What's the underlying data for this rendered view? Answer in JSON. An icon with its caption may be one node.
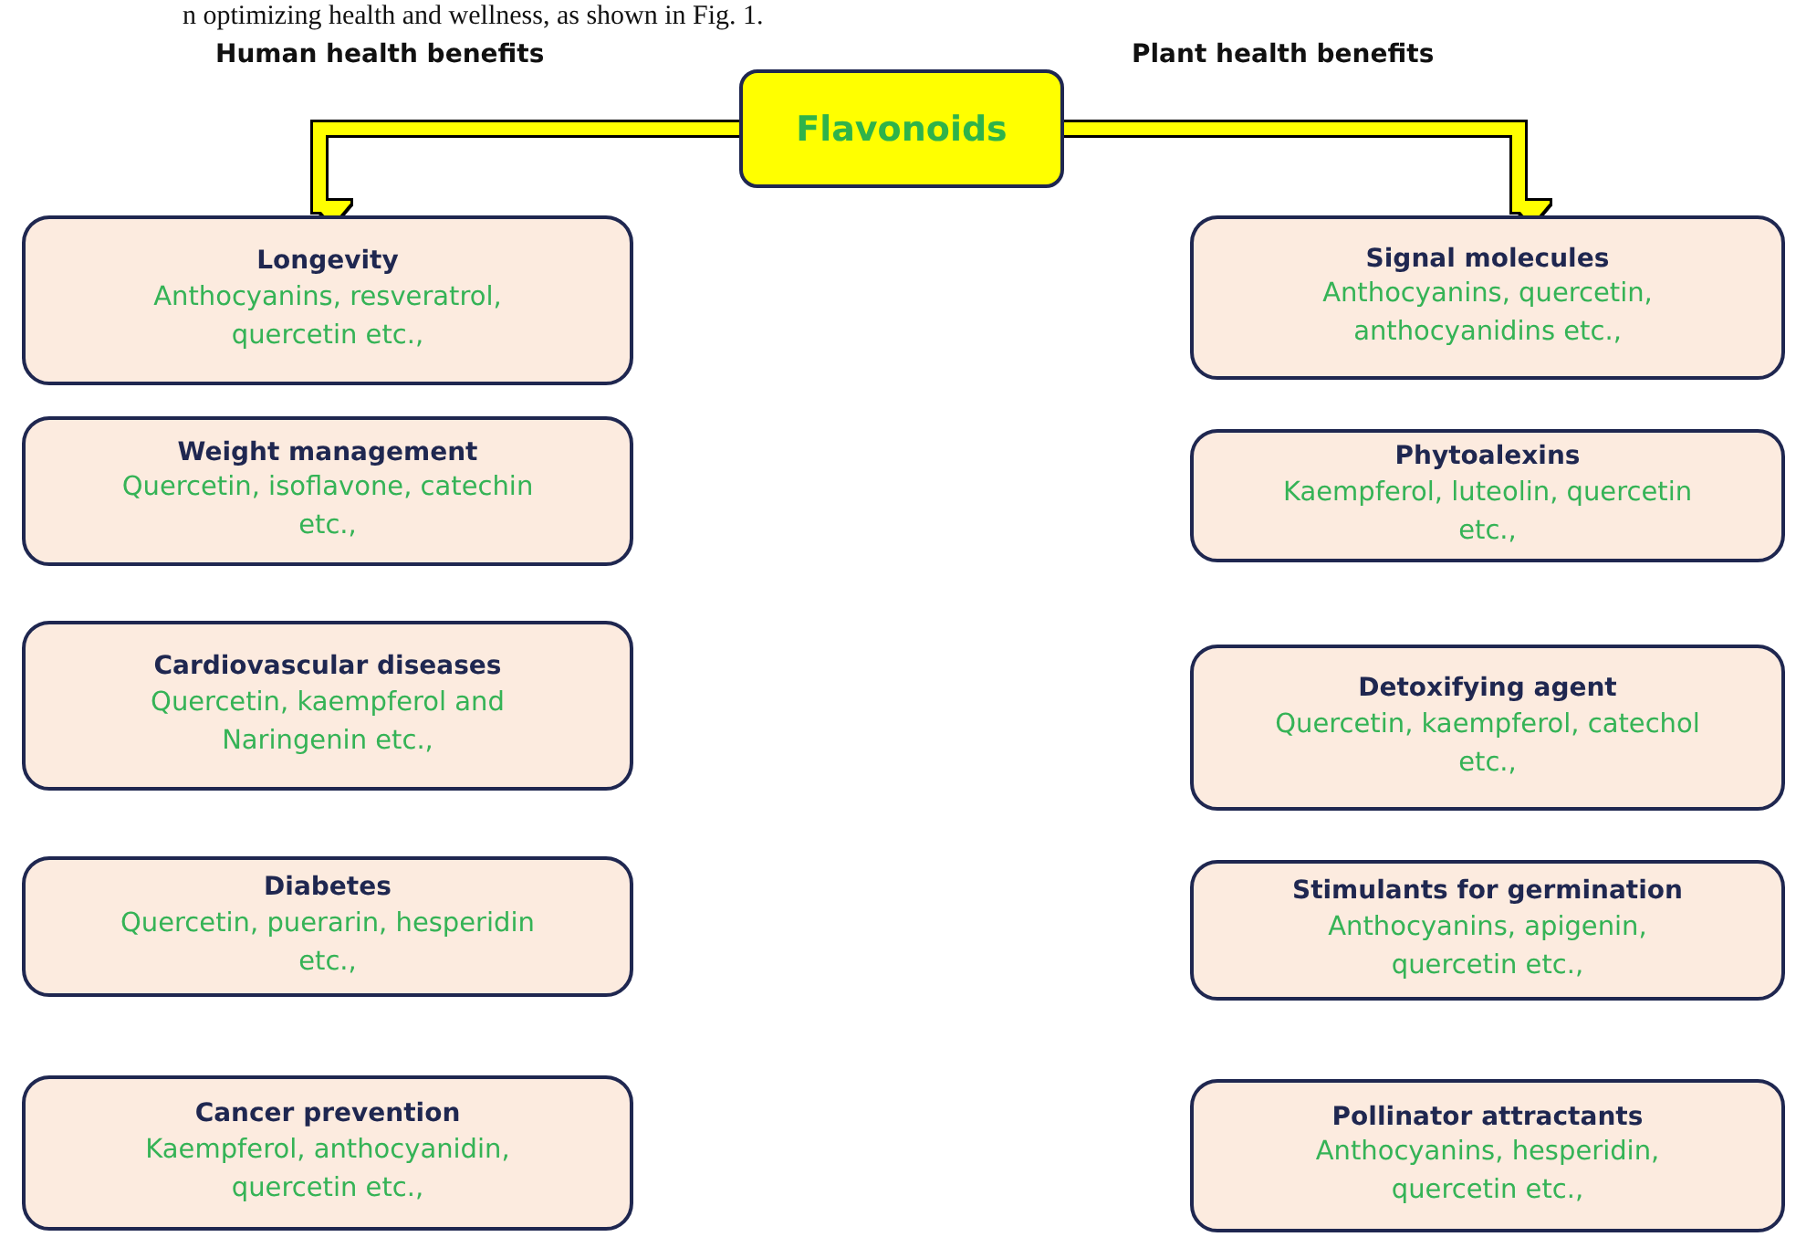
{
  "diagram": {
    "nodes": [
      {
        "text": [
          "Flavonoids"
        ]
      },
      {
        "text": [
          "Longevity",
          "Anthocyanins, resveratrol, quercetin etc.,"
        ]
      },
      {
        "text": [
          "Weight management",
          "Quercetin, isoflavone, catechin etc.,"
        ]
      },
      {
        "text": [
          "Cardiovascular diseases",
          "Quercetin, kaempferol and Naringenin etc.,"
        ]
      },
      {
        "text": [
          "Diabetes",
          "Quercetin, puerarin, hesperidin etc.,"
        ]
      },
      {
        "text": [
          "Cancer prevention",
          "Kaempferol, anthocyanidin, quercetin etc.,"
        ]
      },
      {
        "text": [
          "Signal molecules",
          "Anthocyanins, quercetin, anthocyanidins etc.,"
        ]
      },
      {
        "text": [
          "Phytoalexins",
          "Kaempferol, luteolin, quercetin etc.,"
        ]
      },
      {
        "text": [
          "Detoxifying agent",
          "Quercetin, kaempferol, catechol etc.,"
        ]
      },
      {
        "text": [
          "Stimulants for germination",
          "Anthocyanins, apigenin, quercetin etc.,"
        ]
      },
      {
        "text": [
          "Pollinator attractants",
          "Anthocyanins, hesperidin, quercetin etc.,"
        ]
      }
    ],
    "edges": [
      {
        "from": 0,
        "to": 1,
        "arrow": "to"
      },
      {
        "from": 0,
        "to": 6,
        "arrow": "to"
      }
    ],
    "labels": [
      "n optimizing health and wellness, as shown in Fig. 1.",
      "Human health benefits",
      "Plant health benefits"
    ]
  }
}
